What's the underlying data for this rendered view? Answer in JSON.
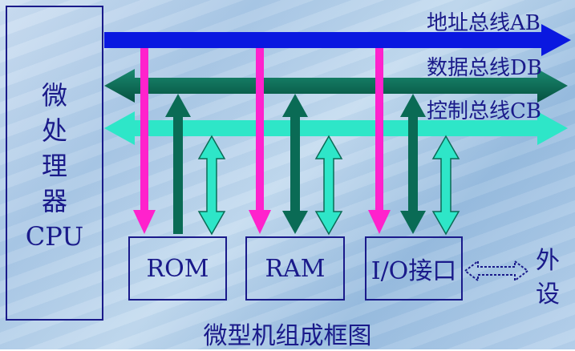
{
  "cpu": {
    "lines": [
      "微",
      "处",
      "理",
      "器",
      "CPU"
    ]
  },
  "buses": {
    "address": {
      "label": "地址总线AB",
      "color": "#0a18e0"
    },
    "data": {
      "label": "数据总线DB",
      "color": "#0a6b55"
    },
    "control": {
      "label": "控制总线CB",
      "color": "#2ee6c8"
    }
  },
  "modules": {
    "rom": "ROM",
    "ram": "RAM",
    "io": "I/O接口"
  },
  "external": {
    "line1": "外",
    "line2": "设"
  },
  "caption": "微型机组成框图",
  "colors": {
    "address_down": "#ff22cc",
    "text": "#1a1a8a",
    "io_link": "#1a1a8a"
  }
}
